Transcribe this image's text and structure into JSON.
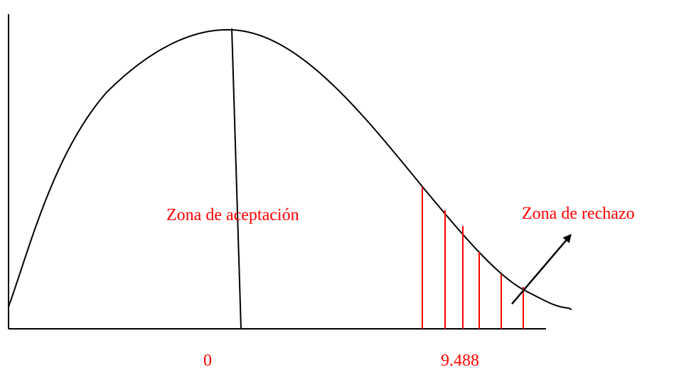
{
  "labels": {
    "acceptance_zone": "Zona de aceptación",
    "rejection_zone": "Zona de rechazo",
    "tick_zero": "0",
    "tick_critical": "9.488"
  },
  "colors": {
    "axis": "#000000",
    "curve": "#000000",
    "label_text": "#ff0000",
    "rejection_lines": "#ff0000",
    "arrow": "#000000"
  }
}
